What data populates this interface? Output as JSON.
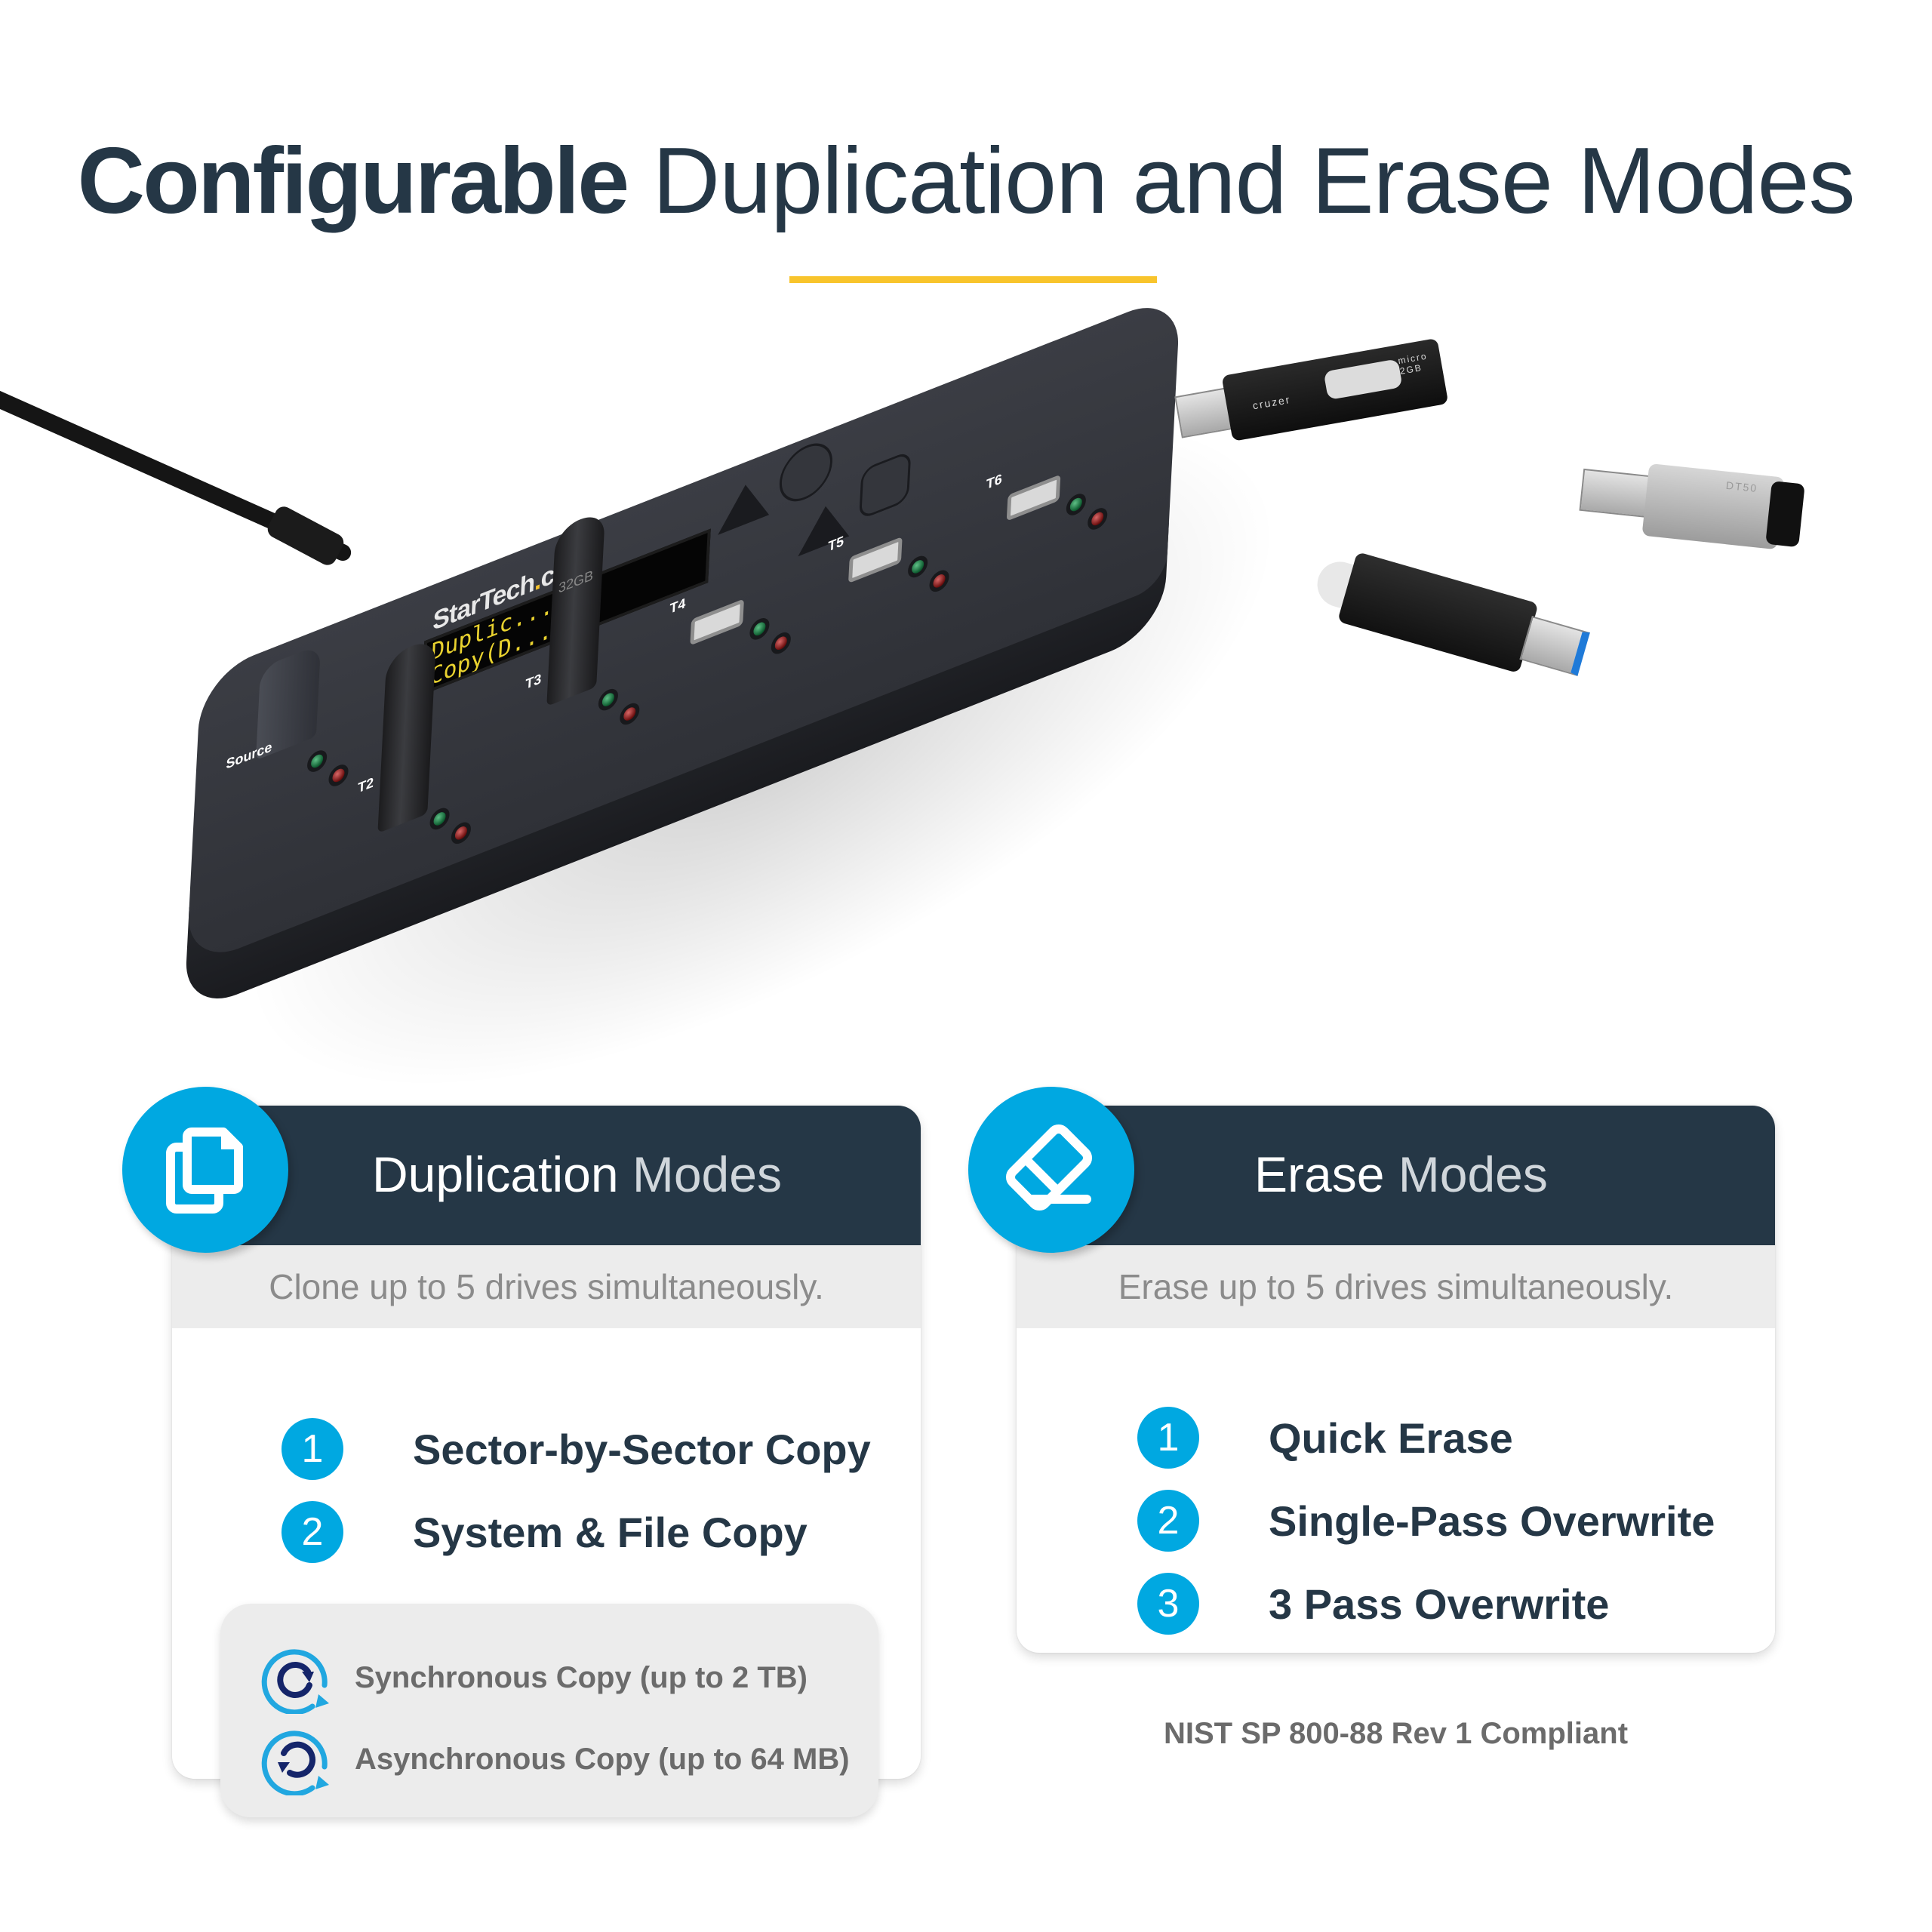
{
  "heading": {
    "bold": "Configurable",
    "light": "Duplication and Erase Modes",
    "accent_rule_color": "#f8c42c",
    "text_color": "#253746"
  },
  "product": {
    "brand": "StarTech",
    "brand_dot": ".",
    "brand_suffix": "com",
    "display_lines": [
      "  Duplic...",
      " Copy(D..."
    ],
    "port_labels": [
      "Source",
      "T2",
      "T3",
      "T4",
      "T5",
      "T6"
    ],
    "stick_capacity": "32GB",
    "loose_drives": [
      {
        "brand": "cruzer",
        "capacity": "micro 2GB"
      },
      {
        "model": "DT50"
      },
      {
        "model": ""
      }
    ]
  },
  "duplication_card": {
    "title_bold": "Duplication",
    "title_light": "Modes",
    "icon": "copy-files-icon",
    "subtitle": "Clone up to 5 drives simultaneously.",
    "modes": [
      {
        "num": "1",
        "label": "Sector-by-Sector Copy"
      },
      {
        "num": "2",
        "label": "System & File Copy"
      }
    ],
    "copy_types": [
      {
        "icon": "sync-clockwise-icon",
        "label": "Synchronous Copy (up to 2 TB)"
      },
      {
        "icon": "sync-counterclockwise-icon",
        "label": "Asynchronous Copy (up to 64 MB)"
      }
    ]
  },
  "erase_card": {
    "title_bold": "Erase",
    "title_light": "Modes",
    "icon": "eraser-icon",
    "subtitle": "Erase up to 5 drives simultaneously.",
    "modes": [
      {
        "num": "1",
        "label": "Quick Erase"
      },
      {
        "num": "2",
        "label": "Single-Pass Overwrite"
      },
      {
        "num": "3",
        "label": "3 Pass Overwrite"
      }
    ],
    "compliance": "NIST SP 800-88 Rev 1 Compliant"
  },
  "colors": {
    "header_navy": "#253746",
    "accent_blue": "#00a8e1",
    "dark_blue": "#1a2a6c",
    "strip_gray": "#ececec",
    "muted_text": "#8b8b8b",
    "accent_yellow": "#f8c42c"
  }
}
